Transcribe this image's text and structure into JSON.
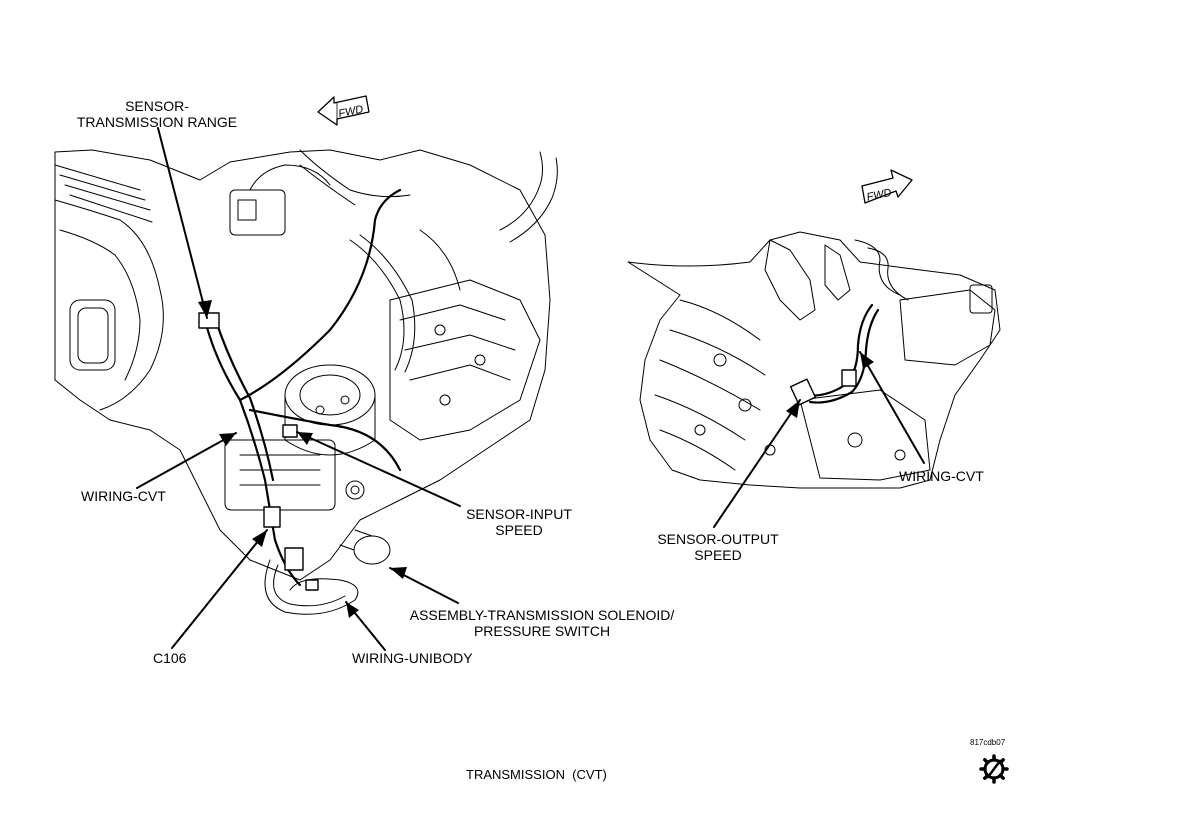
{
  "labels": {
    "sensor_trans_range": [
      "SENSOR-",
      "TRANSMISSION RANGE"
    ],
    "wiring_cvt_left": "WIRING-CVT",
    "sensor_input_speed": [
      "SENSOR-INPUT",
      "SPEED"
    ],
    "assembly_solenoid": [
      "ASSEMBLY-TRANSMISSION SOLENOID/",
      "PRESSURE SWITCH"
    ],
    "c106": "C106",
    "wiring_unibody": "WIRING-UNIBODY",
    "wiring_cvt_right": "WIRING-CVT",
    "sensor_output_speed": [
      "SENSOR-OUTPUT",
      "SPEED"
    ]
  },
  "fwd_text": "FWD",
  "figure_code": "817cdb07",
  "caption": "TRANSMISSION  (CVT)",
  "icons": [
    "fwd-arrow-left-icon",
    "fwd-arrow-right-icon",
    "transmission-gear-icon"
  ]
}
